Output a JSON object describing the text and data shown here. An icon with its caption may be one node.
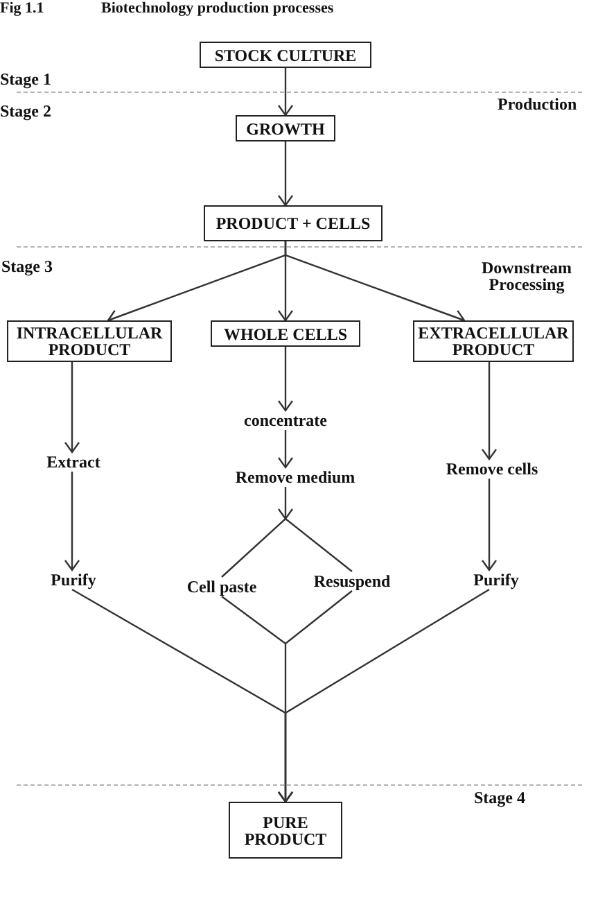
{
  "diagram": {
    "title": "Biotechnology production processes",
    "nodes": [
      {
        "text": [
          "STOCK CULTURE"
        ]
      },
      {
        "text": [
          "GROWTH"
        ]
      },
      {
        "text": [
          "PRODUCT + CELLS"
        ]
      },
      {
        "text": [
          "INTRACELLULAR PRODUCT"
        ]
      },
      {
        "text": [
          "WHOLE CELLS"
        ]
      },
      {
        "text": [
          "EXTRACELLULAR PRODUCT"
        ]
      },
      {
        "text": [
          "concentrate"
        ]
      },
      {
        "text": [
          "Extract"
        ]
      },
      {
        "text": [
          "Remove medium"
        ]
      },
      {
        "text": [
          "Remove cells"
        ]
      },
      {
        "text": [
          "Purify"
        ]
      },
      {
        "text": [
          "Cell paste",
          "Resuspend"
        ]
      },
      {
        "text": [
          "Purify"
        ]
      },
      {
        "text": [
          "PURE PRODUCT"
        ]
      }
    ],
    "edges": [
      {
        "from": 0,
        "to": 1,
        "arrow": "to"
      },
      {
        "from": 1,
        "to": 2,
        "arrow": "to"
      },
      {
        "from": 2,
        "to": 3,
        "arrow": "to"
      },
      {
        "from": 2,
        "to": 4,
        "arrow": "to"
      },
      {
        "from": 2,
        "to": 5,
        "arrow": "to"
      },
      {
        "from": 4,
        "to": 6,
        "arrow": "to"
      },
      {
        "from": 3,
        "to": 7,
        "arrow": "to"
      },
      {
        "from": 6,
        "to": 8,
        "arrow": "to"
      },
      {
        "from": 5,
        "to": 9,
        "arrow": "to"
      },
      {
        "from": 7,
        "to": 10,
        "arrow": "to"
      },
      {
        "from": 8,
        "to": 11,
        "arrow": "to"
      },
      {
        "from": 9,
        "to": 12,
        "arrow": "to"
      },
      {
        "from": 10,
        "to": 13,
        "arrow": "to"
      },
      {
        "from": 11,
        "to": 13,
        "arrow": "to"
      },
      {
        "from": 12,
        "to": 13,
        "arrow": "to"
      }
    ],
    "labels": [
      "Fig 1.1",
      "Stage 1",
      "Stage 2",
      "Production",
      "Stage 3",
      "Downstream Processing",
      "Stage 4"
    ]
  }
}
